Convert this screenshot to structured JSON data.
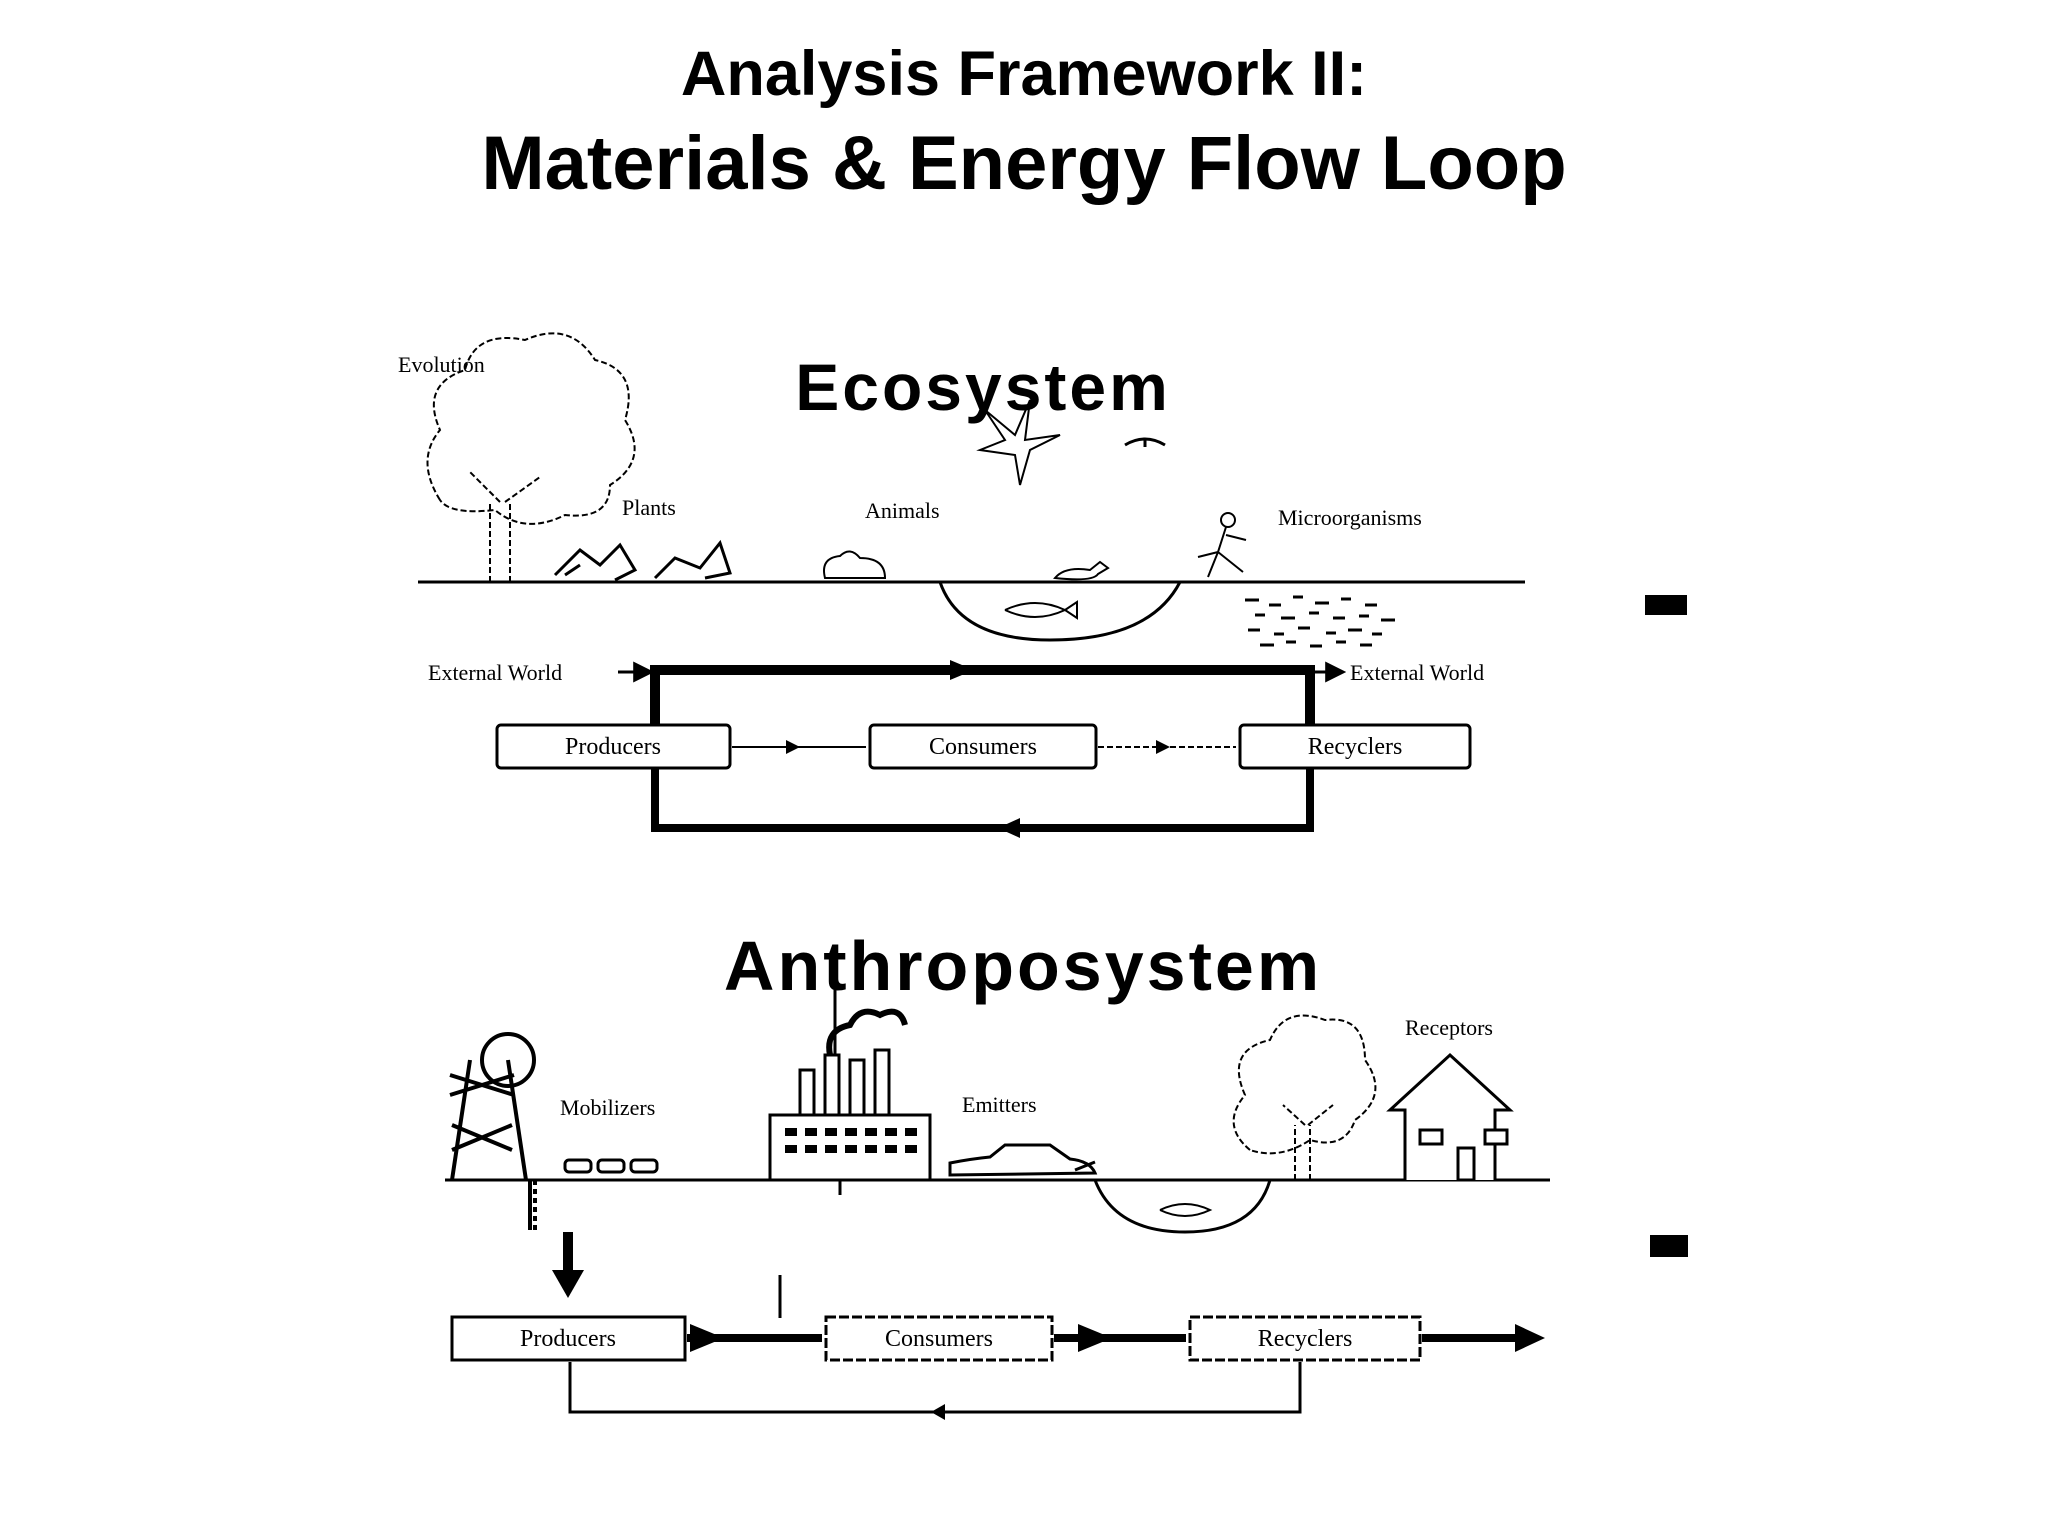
{
  "title": {
    "line1": "Analysis Framework II:",
    "line2": "Materials & Energy Flow Loop"
  },
  "ecosystem": {
    "heading": "Ecosystem",
    "labels": {
      "corner": "Evolution",
      "plants": "Plants",
      "animals": "Animals",
      "microorganisms": "Microorganisms",
      "external_left": "External World",
      "external_right": "External World"
    },
    "boxes": [
      "Producers",
      "Consumers",
      "Recyclers"
    ]
  },
  "anthroposystem": {
    "heading": "Anthroposystem",
    "labels": {
      "mobilizers": "Mobilizers",
      "emitters": "Emitters",
      "receptors": "Receptors"
    },
    "boxes": [
      "Producers",
      "Consumers",
      "Recyclers"
    ]
  },
  "colors": {
    "ink": "#000000",
    "background": "#ffffff"
  }
}
